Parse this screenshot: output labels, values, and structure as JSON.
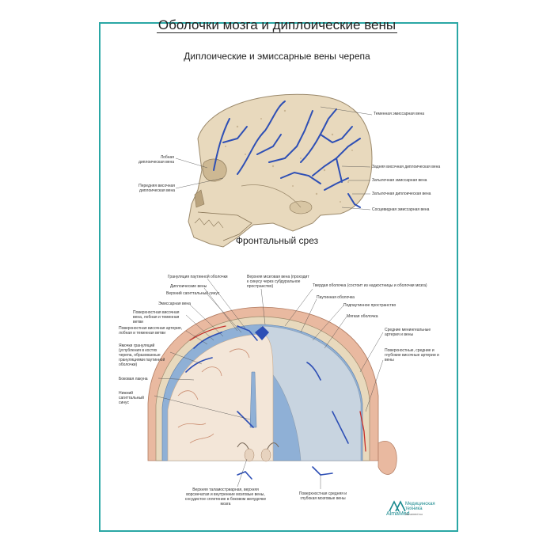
{
  "title": "Оболочки мозга и диплоические вены",
  "subtitle": "Диплоические и эмиссарные вены черепа",
  "section_title": "Фронтальный срез",
  "skull_labels": [
    "Теменная эмиссарная вена",
    "Лобная диплоическая вена",
    "Передняя височная диплоическая вена",
    "Задняя височная диплоическая вена",
    "Затылочная эмиссарная вена",
    "Затылочная диплоическая вена",
    "Сосцевидная эмиссарная вена"
  ],
  "section_labels": [
    "Грануляция паутинной оболочки",
    "Диплоические вены",
    "Верхний сагиттальный синус",
    "Эмиссарная вена",
    "Поверхностная височная вена, лобная и теменная ветви",
    "Поверхностная височная артерия, лобная и теменная ветви",
    "Ямочки грануляций (углубления в костях черепа, образованные грануляциями паутинной оболочки)",
    "Боковая лакуна",
    "Нижний сагиттальный синус",
    "Верхняя мозговая вена (проходит к синусу через субдуральное пространство)",
    "Твердая оболочка (состоит из надкостницы и оболочки мозга)",
    "Паутинная оболочка",
    "Подпаутинное пространство",
    "Мягкая оболочка",
    "Средние менингеальные артерия и вены",
    "Поверхностные, средние и глубокие височные артерии и вены",
    "Верхняя таламостриарная, верхняя ворсинчатая и внутренние мозговые вены, сосудистое сплетение в боковом желудочке мозга",
    "Поверхностная средняя и глубокая мозговые вены"
  ],
  "logo": {
    "name": "AlmaMed",
    "tagline": "Медицинская\nтехника",
    "site": "almamed.su"
  },
  "colors": {
    "frame": "#2aa7a5",
    "bone": "#e8d9bd",
    "vein": "#2e4fb5",
    "artery": "#c8302c",
    "brain": "#f3e6d8"
  }
}
